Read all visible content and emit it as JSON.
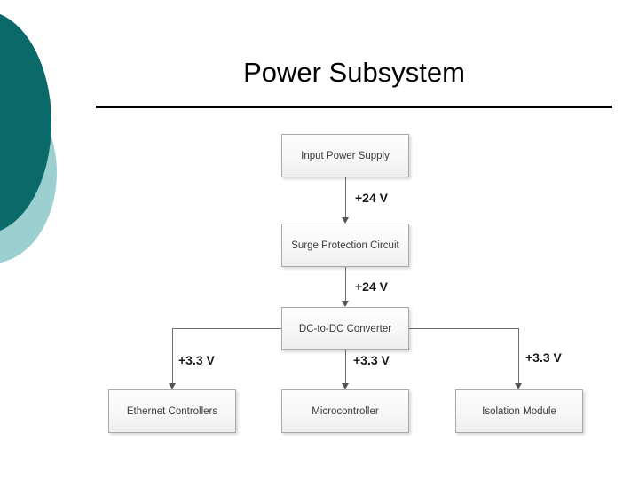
{
  "slide": {
    "title": "Power Subsystem",
    "background_color": "#ffffff",
    "decor": {
      "dark_teal": "#0A6A6A",
      "light_teal": "#9CCFCF"
    }
  },
  "diagram": {
    "type": "flowchart",
    "nodes": [
      {
        "id": "input",
        "label": "Input Power Supply"
      },
      {
        "id": "surge",
        "label": "Surge Protection Circuit"
      },
      {
        "id": "dcdc",
        "label": "DC-to-DC Converter"
      },
      {
        "id": "eth",
        "label": "Ethernet Controllers"
      },
      {
        "id": "mcu",
        "label": "Microcontroller"
      },
      {
        "id": "iso",
        "label": "Isolation Module"
      }
    ],
    "edge_labels": {
      "input_to_surge": "+24 V",
      "surge_to_dcdc": "+24 V",
      "dcdc_to_eth": "+3.3 V",
      "dcdc_to_mcu": "+3.3 V",
      "dcdc_to_iso": "+3.3 V"
    }
  }
}
